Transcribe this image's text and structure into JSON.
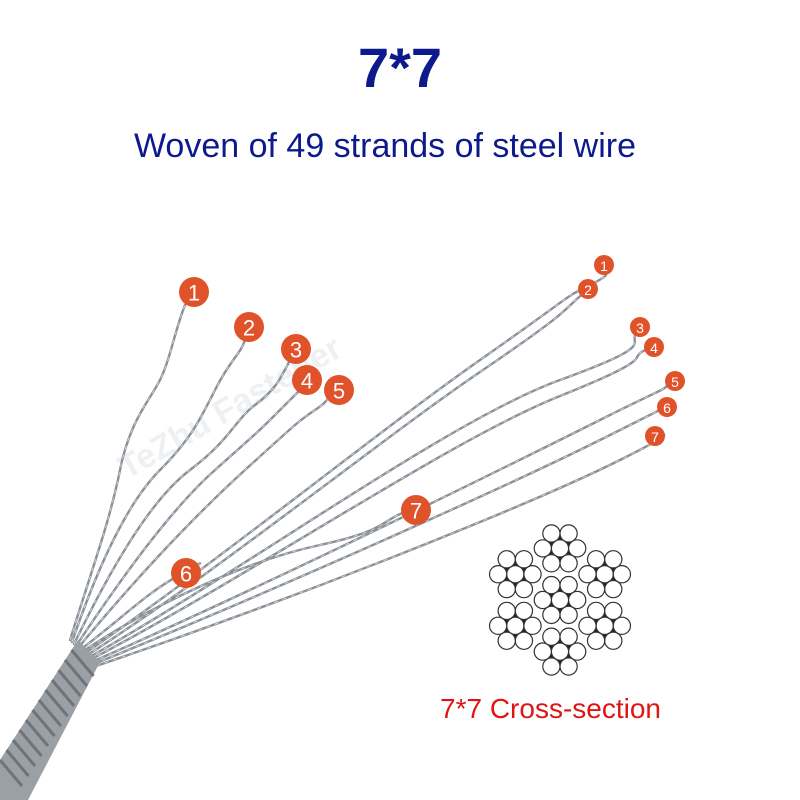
{
  "title": "7*7",
  "subtitle": "Woven of 49 strands of steel wire",
  "watermark": "TeZhu Fastener",
  "caption": "7*7 Cross-section",
  "left_badges": [
    "1",
    "2",
    "3",
    "4",
    "5",
    "6",
    "7"
  ],
  "right_badges": [
    "1",
    "2",
    "3",
    "4",
    "5",
    "6",
    "7"
  ],
  "colors": {
    "title": "#0d1a8c",
    "caption": "#e11414",
    "badge": "#e0532a",
    "wire": "#8a9097"
  }
}
